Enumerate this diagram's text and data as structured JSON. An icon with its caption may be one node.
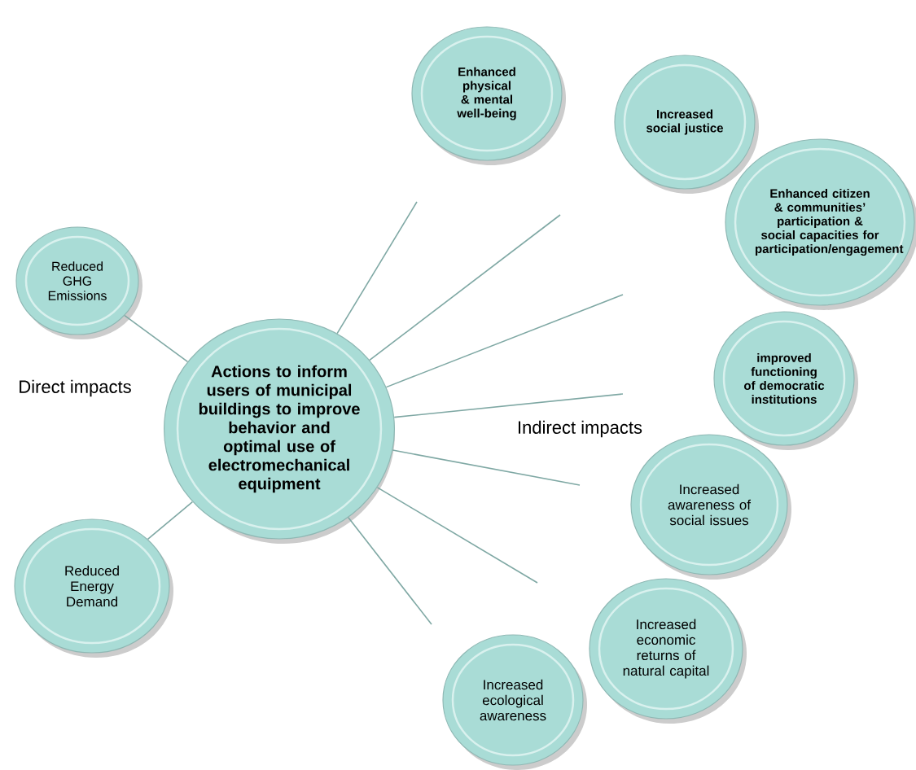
{
  "diagram": {
    "nodes": [
      {
        "text": [
          "Actions to inform users of municipal buildings to improve behavior and optimal use of electromechanical equipment"
        ]
      },
      {
        "text": [
          "Reduced GHG Emissions"
        ]
      },
      {
        "text": [
          "Reduced Energy Demand"
        ]
      },
      {
        "text": [
          "Enhanced physical & mental well-being"
        ]
      },
      {
        "text": [
          "Increased social justice"
        ]
      },
      {
        "text": [
          "Enhanced citizen & communities’ participation & social capacities for participation/engagement"
        ]
      },
      {
        "text": [
          "improved functioning of democratic institutions"
        ]
      },
      {
        "text": [
          "Increased awareness of social issues"
        ]
      },
      {
        "text": [
          "Increased economic returns of natural capital"
        ]
      },
      {
        "text": [
          "Increased ecological awareness"
        ]
      }
    ],
    "edges": [
      {
        "from": 0,
        "to": 1,
        "arrow": "none"
      },
      {
        "from": 0,
        "to": 2,
        "arrow": "none"
      },
      {
        "from": 0,
        "to": null,
        "arrow": "none"
      },
      {
        "from": 0,
        "to": null,
        "arrow": "none"
      },
      {
        "from": 0,
        "to": null,
        "arrow": "none"
      },
      {
        "from": 0,
        "to": null,
        "arrow": "none"
      },
      {
        "from": 0,
        "to": null,
        "arrow": "none"
      },
      {
        "from": 0,
        "to": null,
        "arrow": "none"
      },
      {
        "from": 0,
        "to": null,
        "arrow": "none"
      }
    ],
    "labels": [
      "Direct impacts",
      "Indirect impacts"
    ]
  }
}
